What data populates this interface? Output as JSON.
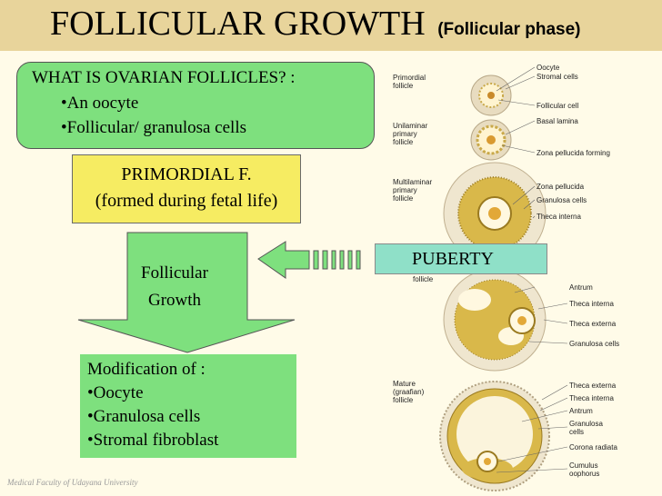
{
  "title": {
    "main": "FOLLICULAR GROWTH",
    "sub": "(Follicular phase)"
  },
  "question_box": {
    "question": "WHAT IS OVARIAN FOLLICLES? :",
    "bullets": [
      "•An oocyte",
      "•Follicular/ granulosa cells"
    ]
  },
  "primordial_box": {
    "line1": "PRIMORDIAL F.",
    "line2": "(formed during fetal life)"
  },
  "growth_arrow": {
    "line1": "Follicular",
    "line2": "Growth"
  },
  "modification_box": {
    "heading": "Modification of :",
    "bullets": [
      "•Oocyte",
      "•Granulosa cells",
      "•Stromal fibroblast"
    ]
  },
  "puberty_label": "PUBERTY",
  "footer": "Medical Faculty of Udayana University",
  "follicle_figure": {
    "stages": [
      {
        "name": "Primordial\nfollicle",
        "parts": [
          "Oocyte",
          "Stromal cells",
          "Follicular cell"
        ]
      },
      {
        "name": "Unilaminar\nprimary\nfollicle",
        "parts": [
          "Basal lamina",
          "Zona pellucida forming"
        ]
      },
      {
        "name": "Multilaminar\nprimary\nfollicle",
        "parts": [
          "Zona pellucida",
          "Granulosa cells",
          "Theca interna"
        ]
      },
      {
        "name": "Antral\nfollicle",
        "parts": [
          "Antrum",
          "Theca interna",
          "Theca externa",
          "Granulosa cells"
        ]
      },
      {
        "name": "Mature\n(graafian)\nfollicle",
        "parts": [
          "Theca externa",
          "Theca interna",
          "Antrum",
          "Granulosa\ncells",
          "Corona radiata",
          "Cumulus\noophorus"
        ]
      }
    ]
  },
  "colors": {
    "title_bar": "#e8d49b",
    "background": "#fffbe8",
    "green_box": "#7ee07e",
    "yellow_box": "#f6ec62",
    "puberty_box": "#8fe0c8",
    "arrow_fill": "#7ee07e"
  }
}
